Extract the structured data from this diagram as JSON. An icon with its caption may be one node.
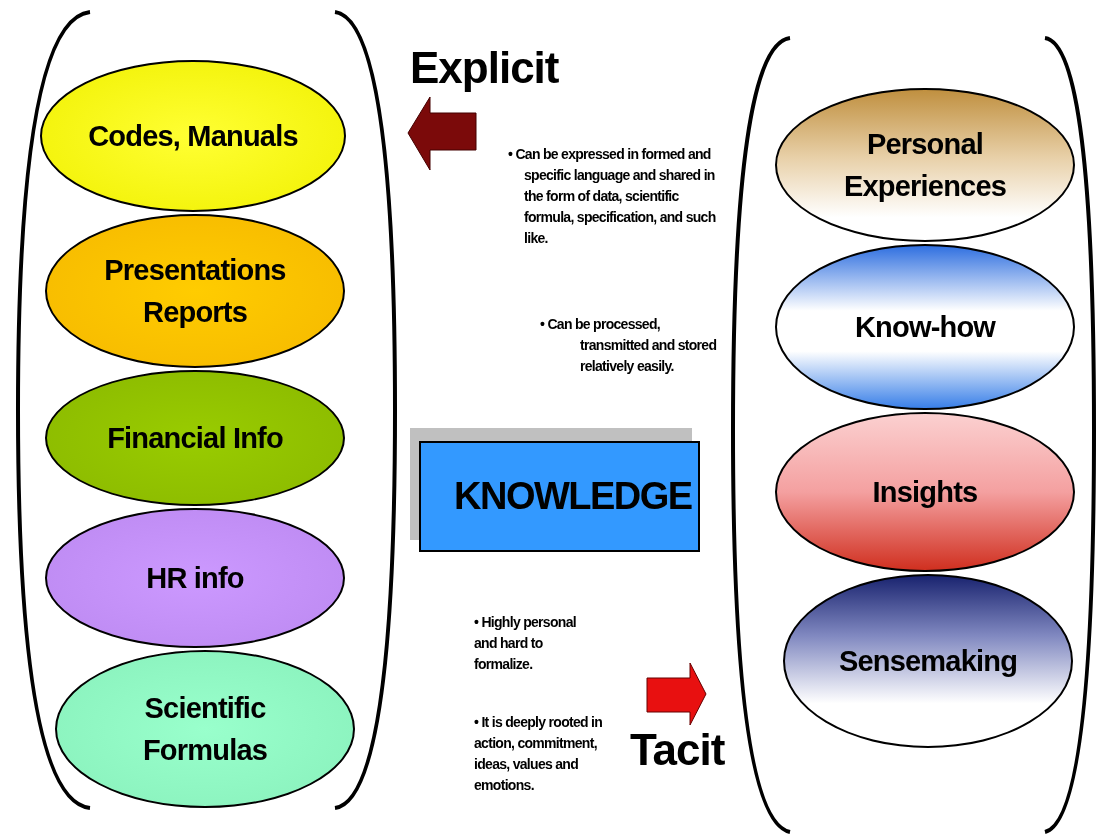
{
  "diagram": {
    "nodes": [
      {
        "text": [
          "Codes, Manuals"
        ]
      },
      {
        "text": [
          "Presentations Reports"
        ]
      },
      {
        "text": [
          "Financial Info"
        ]
      },
      {
        "text": [
          "HR info"
        ]
      },
      {
        "text": [
          "Scientific Formulas"
        ]
      },
      {
        "text": [
          "KNOWLEDGE"
        ]
      },
      {
        "text": [
          "Personal Experiences"
        ]
      },
      {
        "text": [
          "Know-how"
        ]
      },
      {
        "text": [
          "Insights"
        ]
      },
      {
        "text": [
          "Sensemaking"
        ]
      }
    ],
    "labels": [
      "Explicit",
      "• Can be expressed in formed and specific language and shared in the form of data, scientific formula, specification, and such like.",
      "• Can be processed, transmitted and stored relatively easily.",
      "• Highly personal and hard to formalize.",
      "• It is deeply rooted in action, commitment, ideas, values and emotions.",
      "Tacit"
    ]
  }
}
